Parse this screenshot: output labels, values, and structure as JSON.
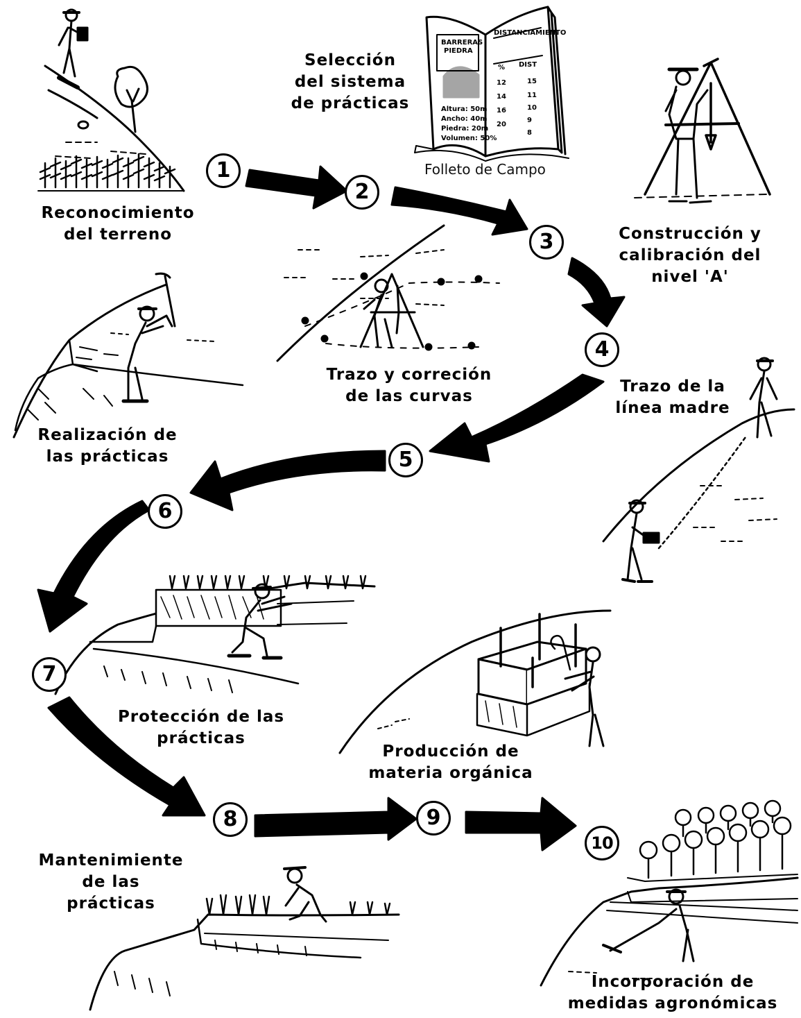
{
  "steps": [
    {
      "number": "1",
      "label": "Reconocimiento\ndel terreno"
    },
    {
      "number": "2",
      "label": "Selección\ndel sistema\nde prácticas"
    },
    {
      "number": "3",
      "label": "Construcción y\ncalibración del\nnivel 'A'"
    },
    {
      "number": "4",
      "label": "Trazo de la\nlínea madre"
    },
    {
      "number": "5",
      "label": "Trazo y correción\nde las curvas"
    },
    {
      "number": "6",
      "label": "Realización de\nlas prácticas"
    },
    {
      "number": "7",
      "label": "Protección de las\nprácticas"
    },
    {
      "number": "8",
      "label": "Mantenimiente\nde las\nprácticas"
    },
    {
      "number": "9",
      "label": "Producción de\nmateria orgánica"
    },
    {
      "number": "10",
      "label": "Incorporación de\nmedidas agronómicas"
    }
  ],
  "booklet": {
    "caption": "Folleto de Campo",
    "left_page": [
      "BARRERAS",
      "PIEDRA",
      "Altura: 50m",
      "Ancho: 40m",
      "Piedra: 20m",
      "Volumen: 50%"
    ],
    "right_page": [
      "DISTANCIAMIENTO",
      "%",
      "DIST",
      "12",
      "14",
      "16",
      "20",
      "15",
      "11",
      "10",
      "9",
      "8"
    ]
  },
  "colors": {
    "ink": "#000000",
    "paper": "#ffffff"
  },
  "icons": [
    "surveyor-figure",
    "tree",
    "crop-rows",
    "field-booklet",
    "a-frame-level",
    "worker-hoe",
    "compost-box",
    "terrace-hill",
    "seedlings"
  ]
}
